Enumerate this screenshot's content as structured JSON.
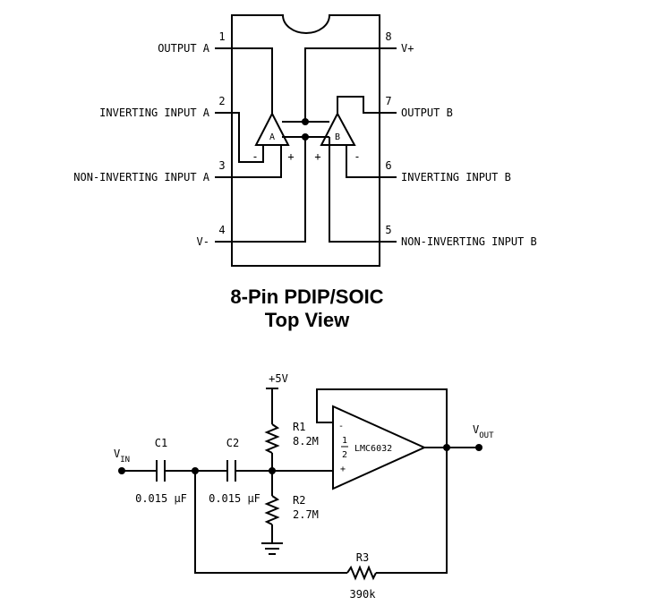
{
  "pinout": {
    "pins": {
      "p1": {
        "num": "1",
        "label": "OUTPUT A"
      },
      "p2": {
        "num": "2",
        "label": "INVERTING INPUT A"
      },
      "p3": {
        "num": "3",
        "label": "NON-INVERTING INPUT A"
      },
      "p4": {
        "num": "4",
        "label": "V-"
      },
      "p5": {
        "num": "5",
        "label": "NON-INVERTING INPUT B"
      },
      "p6": {
        "num": "6",
        "label": "INVERTING INPUT B"
      },
      "p7": {
        "num": "7",
        "label": "OUTPUT B"
      },
      "p8": {
        "num": "8",
        "label": "V+"
      }
    },
    "amp_a": {
      "name": "A",
      "minus": "-",
      "plus": "+"
    },
    "amp_b": {
      "name": "B",
      "minus": "-",
      "plus": "+"
    },
    "title_line1": "8-Pin PDIP/SOIC",
    "title_line2": "Top View"
  },
  "circuit": {
    "supply": "+5V",
    "vin": {
      "main": "V",
      "sub": "IN"
    },
    "vout": {
      "main": "V",
      "sub": "OUT"
    },
    "c1": {
      "name": "C1",
      "value": "0.015 μF"
    },
    "c2": {
      "name": "C2",
      "value": "0.015 μF"
    },
    "r1": {
      "name": "R1",
      "value": "8.2M"
    },
    "r2": {
      "name": "R2",
      "value": "2.7M"
    },
    "r3": {
      "name": "R3",
      "value": "390k"
    },
    "opamp": {
      "name": "LMC6032",
      "minus": "-",
      "plus": "+",
      "frac_num": "1",
      "frac_den": "2"
    }
  }
}
